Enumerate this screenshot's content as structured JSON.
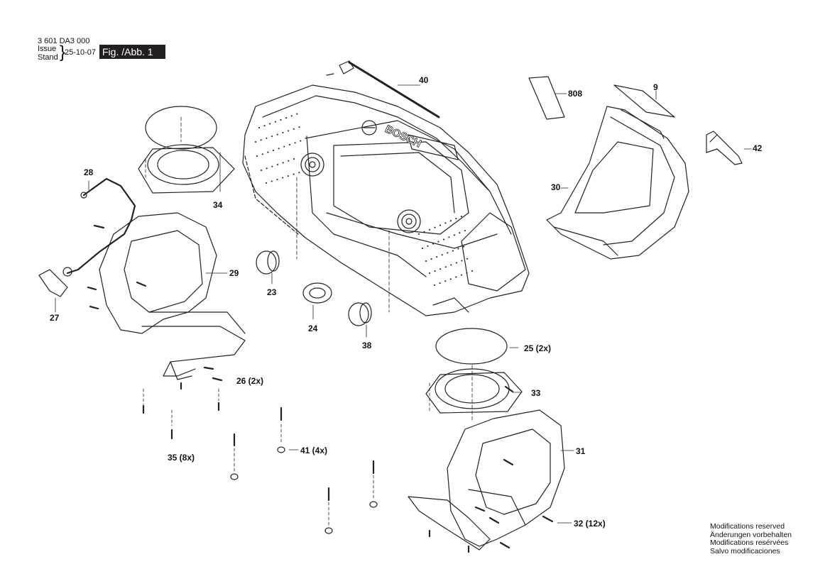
{
  "header": {
    "part_code": "3 601 DA3 000",
    "issue_label": "Issue",
    "stand_label": "Stand",
    "date": "25-10-07",
    "figure_label": "Fig. /Abb. 1"
  },
  "notice": {
    "line_en": "Modifications reserved",
    "line_de": "Änderungen vorbehalten",
    "line_fr": "Modifications resérvées",
    "line_es": "Salvo modificaciones"
  },
  "brand_logo": "BOSCH",
  "callouts": {
    "p40": "40",
    "p808": "808",
    "p9": "9",
    "p42": "42",
    "p28": "28",
    "p34": "34",
    "p30": "30",
    "p29": "29",
    "p23": "23",
    "p27": "27",
    "p24": "24",
    "p38": "38",
    "p25": "25 (2x)",
    "p26": "26 (2x)",
    "p33": "33",
    "p31": "31",
    "p41": "41 (4x)",
    "p35": "35 (8x)",
    "p32": "32 (12x)"
  },
  "colors": {
    "line": "#222222",
    "fill": "#ffffff",
    "label_bg": "#231f20"
  }
}
